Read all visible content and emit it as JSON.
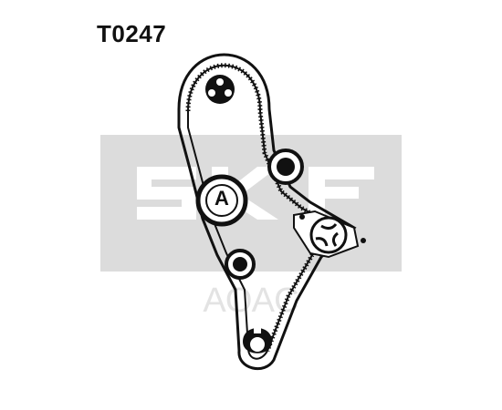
{
  "title": "T0247",
  "pulley_label": "A",
  "watermark": {
    "brand": "SKF",
    "site_text": "AOAC"
  },
  "colors": {
    "belt": "#111111",
    "watermark_logo": "#dcdcdc",
    "watermark_text": "#e3e3e3",
    "background": "#ffffff"
  }
}
